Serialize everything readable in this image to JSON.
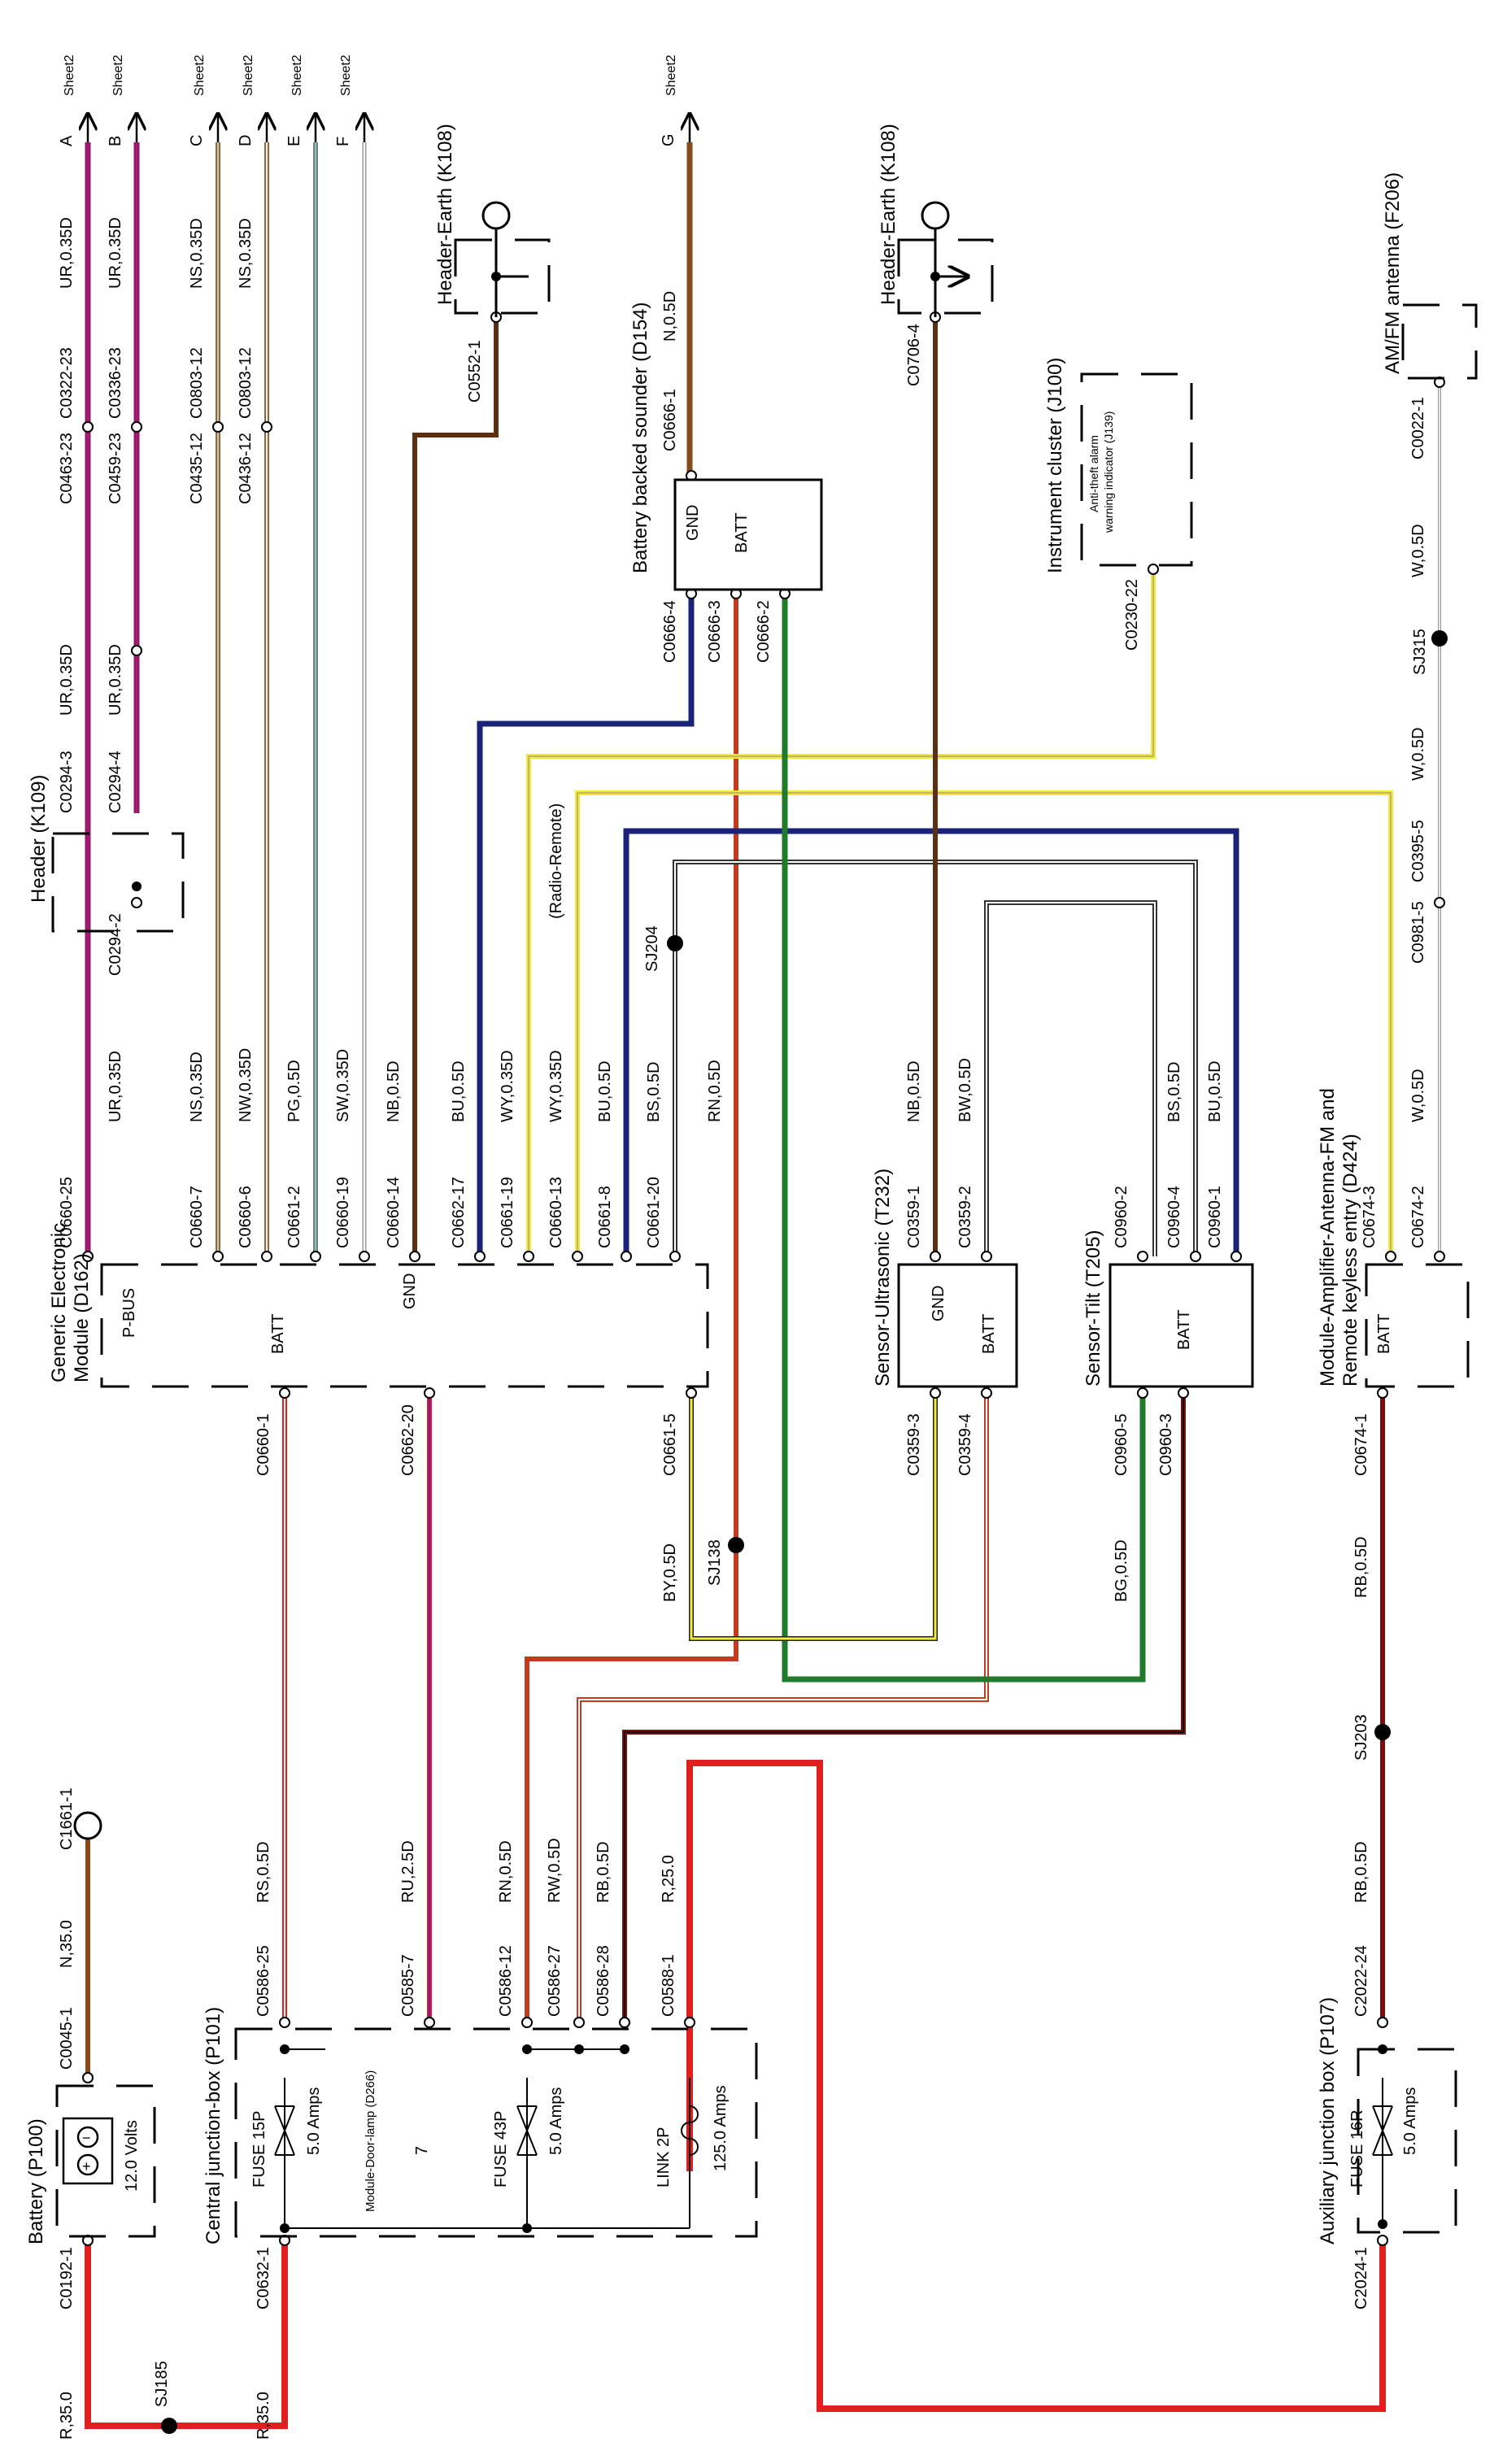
{
  "components": {
    "battery": {
      "name": "Battery (P100)",
      "voltage": "12.0 Volts",
      "plus": "+",
      "minus": "−"
    },
    "cjb": {
      "name": "Central junction-box (P101)",
      "fuse15": "FUSE 15P",
      "fuse15_amps": "5.0 Amps",
      "fuse43": "FUSE 43P",
      "fuse43_amps": "5.0 Amps",
      "link2": "LINK 2P",
      "link2_amps": "125.0 Amps",
      "door_lamp": "Module-Door-lamp (D266)",
      "door_lamp_pin": "7"
    },
    "ajb": {
      "name": "Auxiliary junction box (P107)",
      "fuse16": "FUSE 16R",
      "fuse16_amps": "5.0 Amps"
    },
    "gem": {
      "name_line1": "Generic Electronic",
      "name_line2": "Module (D162)",
      "pbus": "P-BUS",
      "batt": "BATT",
      "gnd": "GND"
    },
    "header_k109": {
      "name": "Header (K109)"
    },
    "earth1": {
      "name": "Header-Earth (K108)"
    },
    "earth2": {
      "name": "Header-Earth (K108)"
    },
    "sounder": {
      "name": "Battery backed sounder (D154)",
      "gnd": "GND",
      "batt": "BATT"
    },
    "instrument": {
      "name": "Instrument cluster (J100)",
      "indicator_line1": "Anti-theft alarm",
      "indicator_line2": "warning indicator (J139)"
    },
    "antenna": {
      "name": "AM/FM antenna (F206)"
    },
    "ultrasonic": {
      "name": "Sensor-Ultrasonic (T232)",
      "gnd": "GND",
      "batt": "BATT"
    },
    "tilt": {
      "name": "Sensor-Tilt (T205)",
      "batt": "BATT"
    },
    "amplifier": {
      "name_line1": "Module-Amplifier-Antenna-FM and",
      "name_line2": "Remote keyless entry (D424)",
      "batt": "BATT"
    }
  },
  "sheet_refs": [
    {
      "letter": "A",
      "label": "Sheet2"
    },
    {
      "letter": "B",
      "label": "Sheet2"
    },
    {
      "letter": "C",
      "label": "Sheet2"
    },
    {
      "letter": "D",
      "label": "Sheet2"
    },
    {
      "letter": "E",
      "label": "Sheet2"
    },
    {
      "letter": "F",
      "label": "Sheet2"
    },
    {
      "letter": "G",
      "label": "Sheet2"
    }
  ],
  "splices": {
    "sj185": "SJ185",
    "sj204": "SJ204",
    "sj138": "SJ138",
    "sj203": "SJ203",
    "sj315": "SJ315"
  },
  "annotations": {
    "radio_remote": "(Radio-Remote)"
  },
  "connectors": {
    "c0192_1": "C0192-1",
    "c0045_1": "C0045-1",
    "c1661_1": "C1661-1",
    "c0632_1": "C0632-1",
    "c0586_25": "C0586-25",
    "c0585_7": "C0585-7",
    "c0586_12": "C0586-12",
    "c0586_27": "C0586-27",
    "c0586_28": "C0586-28",
    "c0588_1": "C0588-1",
    "c2024_1": "C2024-1",
    "c2022_24": "C2022-24",
    "c0463_23": "C0463-23",
    "c0322_23": "C0322-23",
    "c0459_23": "C0459-23",
    "c0336_23": "C0336-23",
    "c0435_12": "C0435-12",
    "c0803_12a": "C0803-12",
    "c0436_12": "C0436-12",
    "c0803_12b": "C0803-12",
    "c0294_3": "C0294-3",
    "c0294_4": "C0294-4",
    "c0294_2": "C0294-2",
    "c0660_25": "C0660-25",
    "c0660_7": "C0660-7",
    "c0660_6": "C0660-6",
    "c0661_2": "C0661-2",
    "c0660_19": "C0660-19",
    "c0660_14": "C0660-14",
    "c0662_17": "C0662-17",
    "c0661_19": "C0661-19",
    "c0660_13": "C0660-13",
    "c0661_8": "C0661-8",
    "c0661_20": "C0661-20",
    "c0660_1": "C0660-1",
    "c0662_20": "C0662-20",
    "c0661_5": "C0661-5",
    "c0552_1": "C0552-1",
    "c0666_1": "C0666-1",
    "c0666_4": "C0666-4",
    "c0666_3": "C0666-3",
    "c0666_2": "C0666-2",
    "c0706_4": "C0706-4",
    "c0230_22": "C0230-22",
    "c0022_1": "C0022-1",
    "c0981_5": "C0981-5",
    "c0395_5": "C0395-5",
    "c0359_1": "C0359-1",
    "c0359_2": "C0359-2",
    "c0359_3": "C0359-3",
    "c0359_4": "C0359-4",
    "c0960_2": "C0960-2",
    "c0960_4": "C0960-4",
    "c0960_1": "C0960-1",
    "c0960_5": "C0960-5",
    "c0960_3": "C0960-3",
    "c0674_3": "C0674-3",
    "c0674_2": "C0674-2",
    "c0674_1": "C0674-1"
  },
  "wires": {
    "r35_a": "R,35.0",
    "r35_b": "R,35.0",
    "n35": "N,35.0",
    "rs05": "RS,0.5D",
    "ru25": "RU,2.5D",
    "rn05_cjb": "RN,0.5D",
    "rw05": "RW,0.5D",
    "rb05_cjb": "RB,0.5D",
    "r25": "R,25.0",
    "rb05_ajb_a": "RB,0.5D",
    "rb05_ajb_b": "RB,0.5D",
    "ur_a1": "UR,0.35D",
    "ur_b1": "UR,0.35D",
    "ns_c": "NS,0.35D",
    "ns_d": "NS,0.35D",
    "ur_a2": "UR,0.35D",
    "ur_b2": "UR,0.35D",
    "ur_gem": "UR,0.35D",
    "ns_gem": "NS,0.35D",
    "nw_gem": "NW,0.35D",
    "pg_gem": "PG,0.5D",
    "sw_gem": "SW,0.35D",
    "nb_gem": "NB,0.5D",
    "bu_gem": "BU,0.5D",
    "wy_gem1": "WY,0.35D",
    "wy_gem2": "WY,0.35D",
    "bu_gem2": "BU,0.5D",
    "bs_gem": "BS,0.5D",
    "rn_gem": "RN,0.5D",
    "by05": "BY,0.5D",
    "n05": "N,0.5D",
    "nb_us": "NB,0.5D",
    "bw_us": "BW,0.5D",
    "bs_tilt": "BS,0.5D",
    "bu_tilt": "BU,0.5D",
    "bg_tilt": "BG,0.5D",
    "w05_a": "W,0.5D",
    "w05_b": "W,0.5D",
    "w05_c": "W,0.5D"
  },
  "colors": {
    "red": "#e11f1f",
    "brown": "#8a4a17",
    "purple_red": "#8e1a7a",
    "navy": "#1b2378",
    "dark_red": "#7a0d0d",
    "rust": "#c23b1e",
    "green": "#1f7a2a",
    "yellow": "#f3e93d"
  }
}
